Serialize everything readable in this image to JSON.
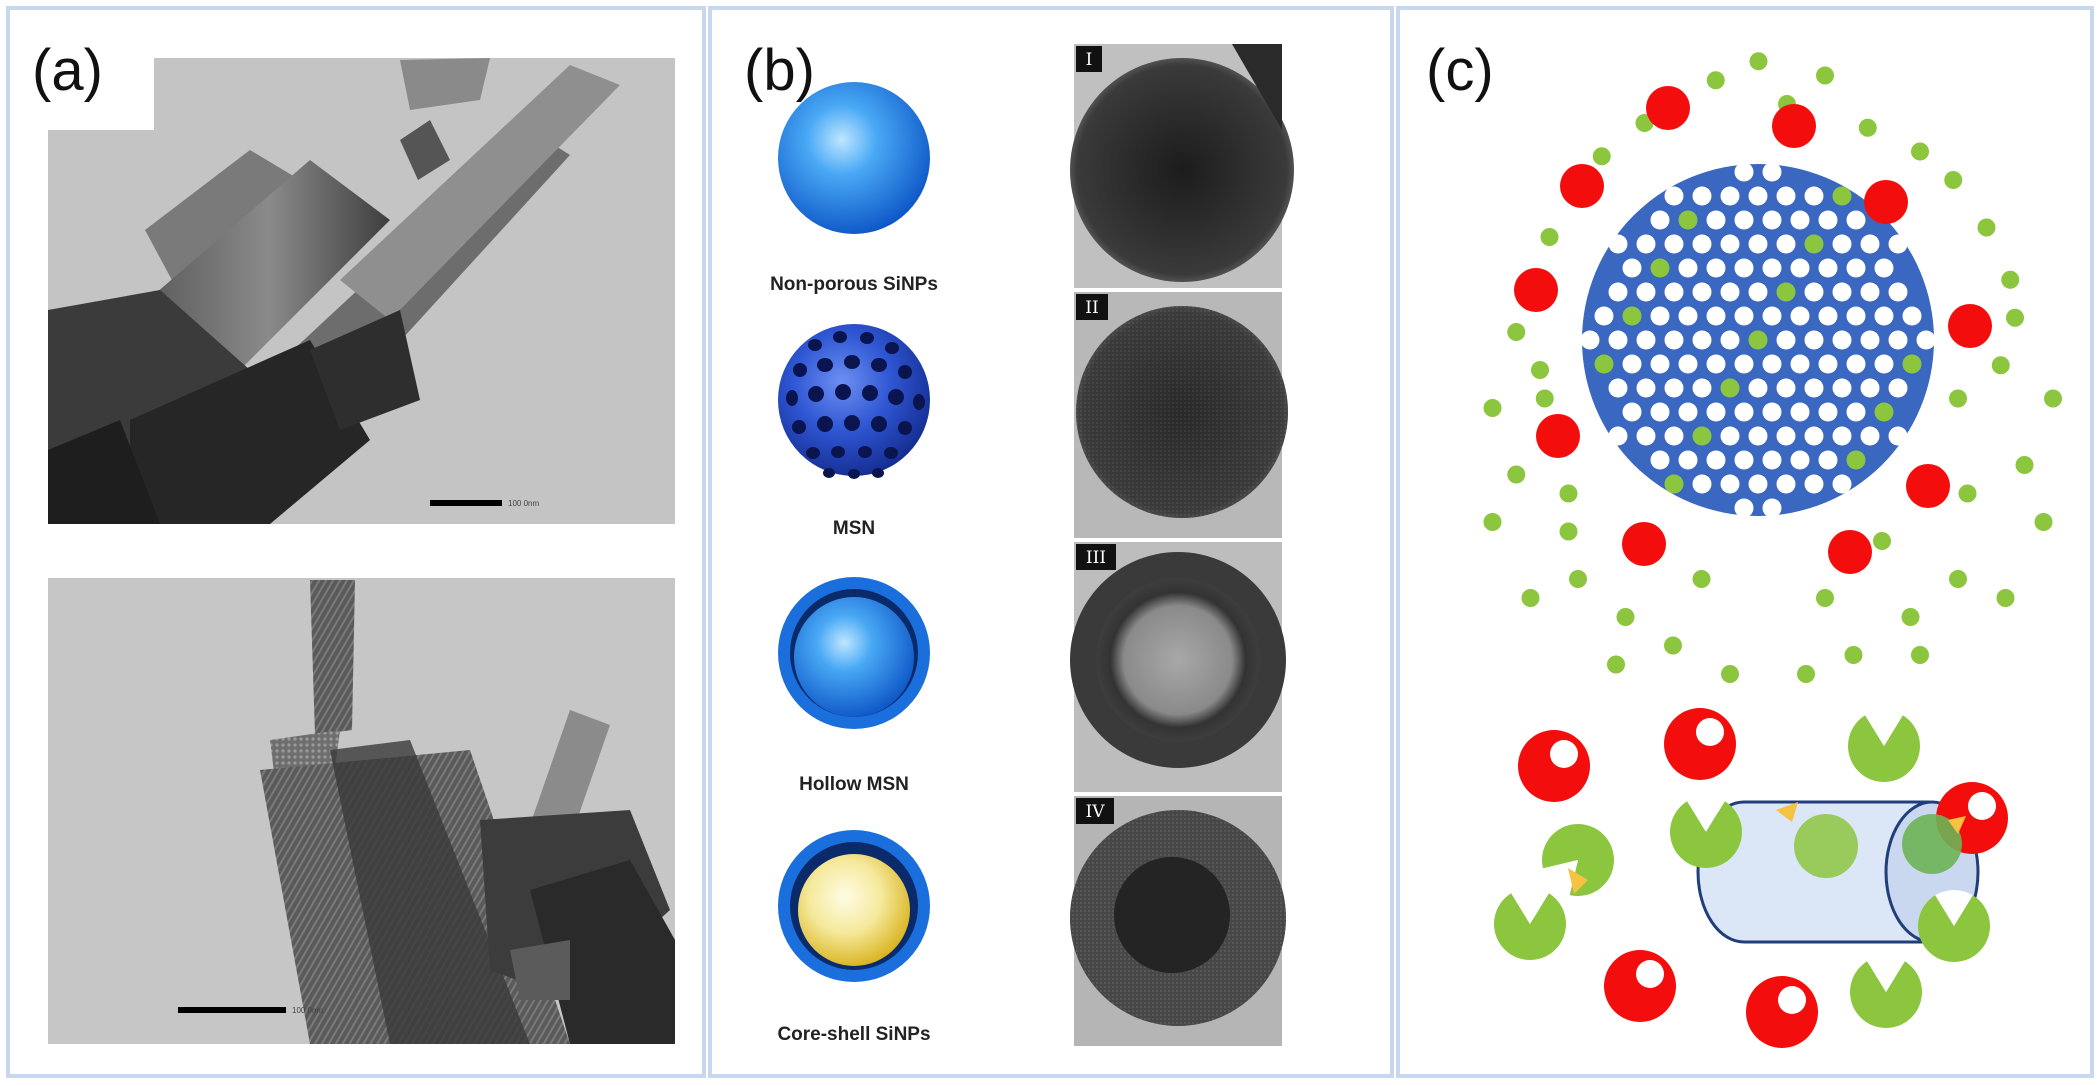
{
  "panels": {
    "a": {
      "label": "(a)",
      "scale_bars": [
        "100 0nm",
        "100 0nm"
      ]
    },
    "b": {
      "label": "(b)",
      "captions": [
        "Non-porous SiNPs",
        "MSN",
        "Hollow MSN",
        "Core-shell SiNPs"
      ],
      "numerals": [
        "I",
        "II",
        "III",
        "IV"
      ]
    },
    "c": {
      "label": "(c)"
    }
  },
  "colors": {
    "border": "#c7d8ee",
    "silica_blue": "#3a67bf",
    "sphere_blue": "#1e7fe0",
    "red_particle": "#f40d0d",
    "green_particle": "#8cc63f",
    "tube_fill": "#dbe6f6",
    "arrow_yellow": "#f5c242"
  }
}
